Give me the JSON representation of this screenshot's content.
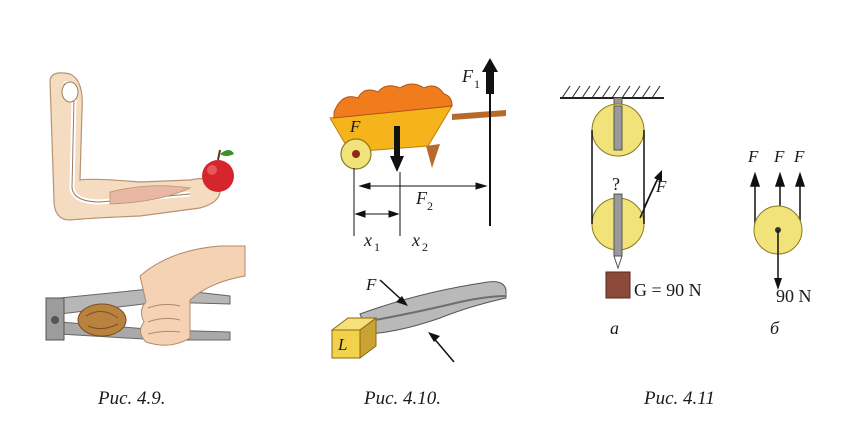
{
  "captions": {
    "fig49": "Рис. 4.9.",
    "fig410": "Рис. 4.10.",
    "fig411": "Рис. 4.11"
  },
  "fig410_top": {
    "f1_letter": "F",
    "f1_sub": "1",
    "f_label": "F",
    "f2_letter": "F",
    "f2_sub": "2",
    "x1_letter": "x",
    "x1_sub": "1",
    "x2_letter": "x",
    "x2_sub": "2"
  },
  "fig410_bottom": {
    "f_label": "F",
    "l_label": "L"
  },
  "fig411": {
    "a": {
      "question": "?",
      "f_label": "F",
      "weight": "G = 90 N",
      "label": "а"
    },
    "b": {
      "f_labels": [
        "F",
        "F",
        "F"
      ],
      "weight": "90 N",
      "label": "б"
    }
  },
  "colors": {
    "pulley": "#f2e27a",
    "wheelbarrow": "#f6b41c",
    "skin": "#f5dcc0",
    "load": "#8b4a3a",
    "box": "#f2d24a"
  }
}
